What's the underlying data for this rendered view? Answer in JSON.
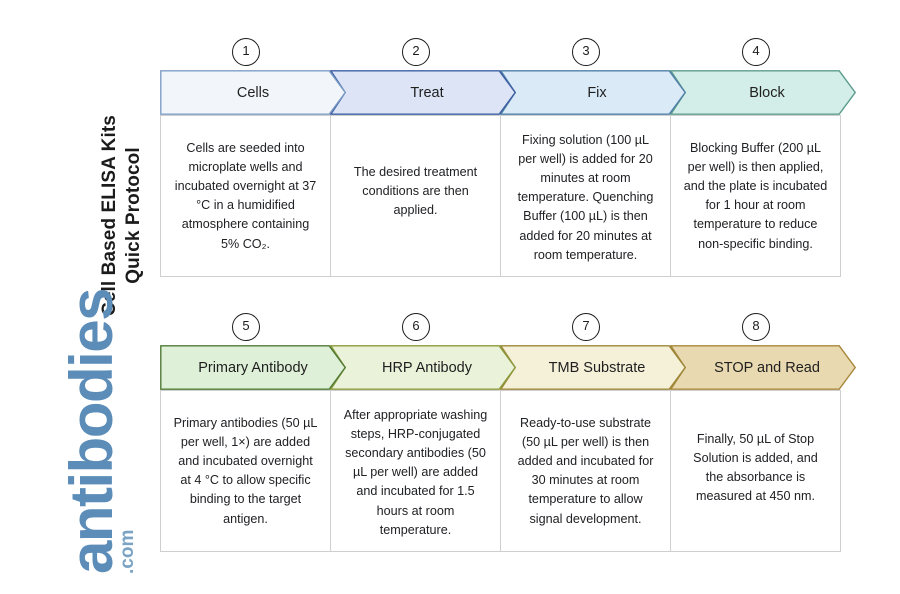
{
  "title": {
    "line1": "Cell Based ELISA Kits",
    "line2": "Quick Protocol"
  },
  "logo": {
    "wordmark": "antibodies",
    "tld": ".com",
    "color": "#5b8db8"
  },
  "flow": {
    "rows": [
      {
        "id": "row-1",
        "steps": [
          {
            "number": "1",
            "label": "Cells",
            "fill": "#f2f6fb",
            "stroke": "#7d9dc4",
            "body": "Cells are seeded into microplate wells and incubated overnight at 37 °C in a humidified atmosphere containing 5% CO₂."
          },
          {
            "number": "2",
            "label": "Treat",
            "fill": "#dce4f5",
            "stroke": "#3d5ea3",
            "body": "The desired treatment conditions are then applied."
          },
          {
            "number": "3",
            "label": "Fix",
            "fill": "#daeaf7",
            "stroke": "#4f7fa8",
            "body": "Fixing solution (100 µL per well) is added for 20 minutes at room temperature. Quenching Buffer (100 µL) is then added for 20 minutes at room temperature."
          },
          {
            "number": "4",
            "label": "Block",
            "fill": "#d3eee8",
            "stroke": "#5c9c8c",
            "body": "Blocking Buffer (200 µL per well) is then applied, and the plate is incubated for 1 hour at room temperature to reduce non-specific binding."
          }
        ]
      },
      {
        "id": "row-2",
        "steps": [
          {
            "number": "5",
            "label": "Primary Antibody",
            "fill": "#dff0d8",
            "stroke": "#4f7a35",
            "body": "Primary antibodies (50 µL per well, 1×) are added and incubated overnight at 4 °C to allow specific binding to the target antigen."
          },
          {
            "number": "6",
            "label": "HRP Antibody",
            "fill": "#eaf2da",
            "stroke": "#8a9a3a",
            "body": "After appropriate washing steps, HRP-conjugated secondary antibodies (50 µL per well) are added and incubated for 1.5 hours at room temperature."
          },
          {
            "number": "7",
            "label": "TMB Substrate",
            "fill": "#f5f0d8",
            "stroke": "#9c8838",
            "body": "Ready-to-use substrate (50 µL per well) is then added and incubated for 30 minutes at room temperature to allow signal development."
          },
          {
            "number": "8",
            "label": "STOP and Read",
            "fill": "#e9d9b0",
            "stroke": "#a8873c",
            "body": "Finally, 50 µL of Stop Solution is added, and the absorbance is measured at 450 nm."
          }
        ]
      }
    ]
  }
}
